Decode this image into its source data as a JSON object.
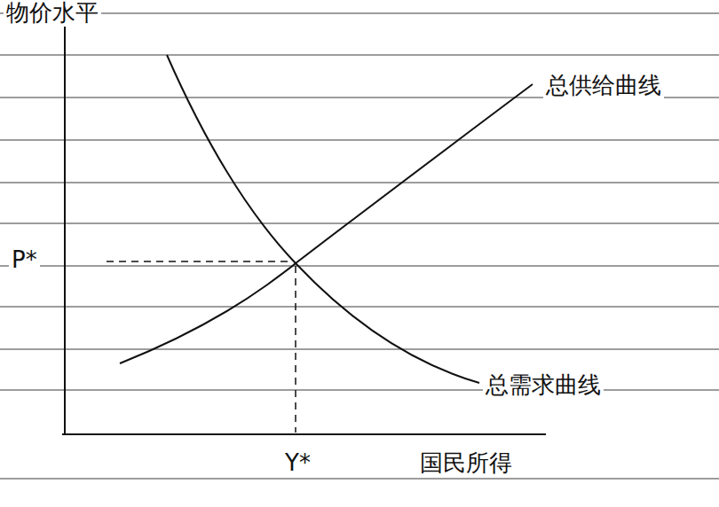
{
  "diagram": {
    "labels": [
      "物价水平",
      "总供给曲线",
      "总需求曲线",
      "P*",
      "Y*",
      "国民所得"
    ]
  }
}
